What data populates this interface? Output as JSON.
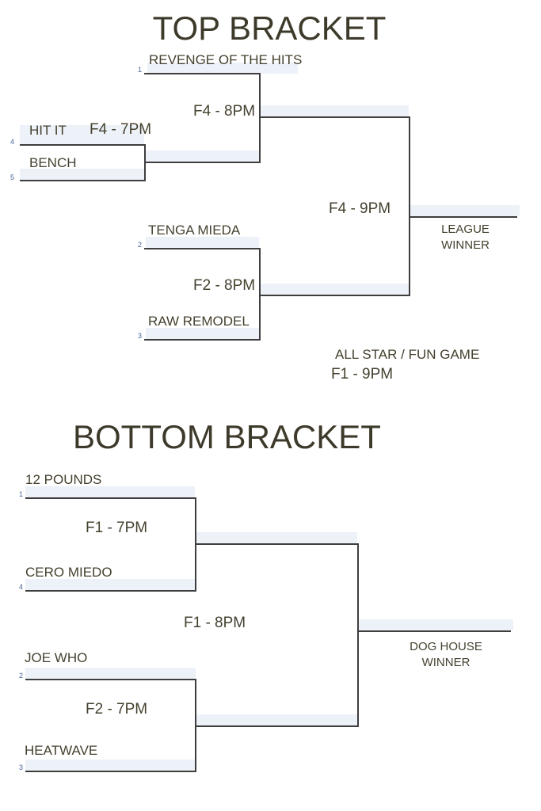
{
  "colors": {
    "background": "#ffffff",
    "text": "#45412f",
    "title": "#3e3a2b",
    "line": "#3f3e3e",
    "highlight_band": "#edf1f8",
    "seed_number": "#4a6496"
  },
  "top_bracket": {
    "title": "TOP BRACKET",
    "teams": {
      "revenge": {
        "seed": "1",
        "name": "REVENGE OF THE HITS"
      },
      "hit_it": {
        "seed": "4",
        "name": "HIT IT"
      },
      "bench": {
        "seed": "5",
        "name": "BENCH"
      },
      "tenga_mieda": {
        "seed": "2",
        "name": "TENGA MIEDA"
      },
      "raw_remodel": {
        "seed": "3",
        "name": "RAW REMODEL"
      }
    },
    "games": {
      "round1": "F4 - 7PM",
      "semi_upper": "F4 - 8PM",
      "semi_lower": "F2 - 8PM",
      "final": "F4 - 9PM"
    },
    "winner": {
      "line1": "LEAGUE",
      "line2": "WINNER"
    },
    "all_star": {
      "line1": "ALL STAR / FUN GAME",
      "line2": "F1 - 9PM"
    }
  },
  "bottom_bracket": {
    "title": "BOTTOM BRACKET",
    "teams": {
      "twelve_pounds": {
        "seed": "1",
        "name": "12 POUNDS"
      },
      "cero_miedo": {
        "seed": "4",
        "name": "CERO MIEDO"
      },
      "joe_who": {
        "seed": "2",
        "name": "JOE WHO"
      },
      "heatwave": {
        "seed": "3",
        "name": "HEATWAVE"
      }
    },
    "games": {
      "semi_upper": "F1 - 7PM",
      "semi_lower": "F2 - 7PM",
      "final": "F1 - 8PM"
    },
    "winner": {
      "line1": "DOG HOUSE",
      "line2": "WINNER"
    }
  }
}
